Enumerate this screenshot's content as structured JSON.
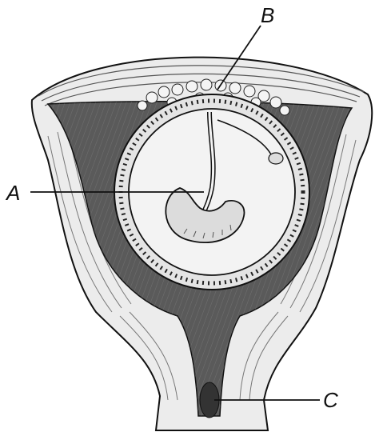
{
  "labels": {
    "a": "A",
    "b": "B",
    "c": "C"
  },
  "colors": {
    "background": "#ffffff",
    "ink": "#111111",
    "wall_fill": "#e9e9e9",
    "lining_dark": "#555555",
    "sac_fill": "#f3f3f3"
  }
}
